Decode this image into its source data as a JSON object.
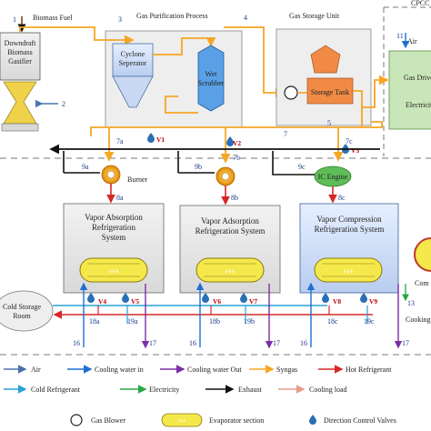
{
  "colors": {
    "air": "#4a72b0",
    "cooling_water_in": "#1f6fd1",
    "cooling_water_out": "#7b2ea6",
    "syngas": "#f5a623",
    "hot_refrigerant": "#d62828",
    "cold_refrigerant": "#29a0d8",
    "electricity": "#28a745",
    "exhaust": "#111111",
    "cooling_load": "#e89b8b",
    "evaporator": "#f4e84b",
    "valve": "#2a6fb5",
    "blower": "#f2a51c"
  },
  "labels": {
    "biomass_fuel": "Biomass Fuel",
    "gasifier": "Downdraft Biomass Gasifier",
    "gas_purification": "Gas Purification Process",
    "cyclone": "Cyclone Seperator",
    "wet_scrubber": "Wet Scrubber",
    "gas_storage_unit": "Gas Storage Unit",
    "storage_tank": "Storage Tank",
    "cpcc": "CPCC",
    "air": "Air",
    "gas_driven": "Gas Driven",
    "electricity": "Electricity",
    "burner": "Burner",
    "ic_engine": "IC Engine",
    "vars_line1": "Vapor Absorption",
    "vars_line2": "Refrigeration",
    "vars_line3": "System",
    "vads_line1": "Vapor Adsorption",
    "vads_line2": "Refrigeration System",
    "vcrs_line1": "Vapor Compression",
    "vcrs_line2": "Refrigeration System",
    "cold_storage_line1": "Cold Storage",
    "cold_storage_line2": "Room",
    "com": "Com",
    "cooking": "Cooking"
  },
  "stream_numbers": {
    "n1": "1",
    "n2": "2",
    "n3": "3",
    "n4": "4",
    "n5": "5",
    "n7": "7",
    "n7a": "7a",
    "n7b": "7b",
    "n7c": "7c",
    "n8a": "8a",
    "n8b": "8b",
    "n8c": "8c",
    "n9a": "9a",
    "n9b": "9b",
    "n9c": "9c",
    "n11": "11",
    "n13": "13",
    "n16a": "16",
    "n16b": "16",
    "n16c": "16",
    "n17a": "17",
    "n17b": "17",
    "n17c": "17",
    "n18a": "18a",
    "n18b": "18b",
    "n18c": "18c",
    "n19a": "19a",
    "n19b": "19b",
    "n19c": "19c"
  },
  "valves": {
    "v1": "V1",
    "v2": "V2",
    "v3": "V3",
    "v4": "V4",
    "v5": "V5",
    "v6": "V6",
    "v7": "V7",
    "v8": "V8",
    "v9": "V9"
  },
  "legend": {
    "air": "Air",
    "cooling_water_in": "Cooling water in",
    "cooling_water_out": "Cooling water Out",
    "syngas": "Syngas",
    "hot_refrigerant": "Hot Refrigerant",
    "cold_refrigerant": "Cold Refrigerant",
    "electricity": "Electricity",
    "exhaust": "Exhaust",
    "cooling_load": "Cooling load",
    "gas_blower": "Gas Blower",
    "evaporator_section": "Evaporator section",
    "direction_control_valves": "Direction Control Valves"
  }
}
